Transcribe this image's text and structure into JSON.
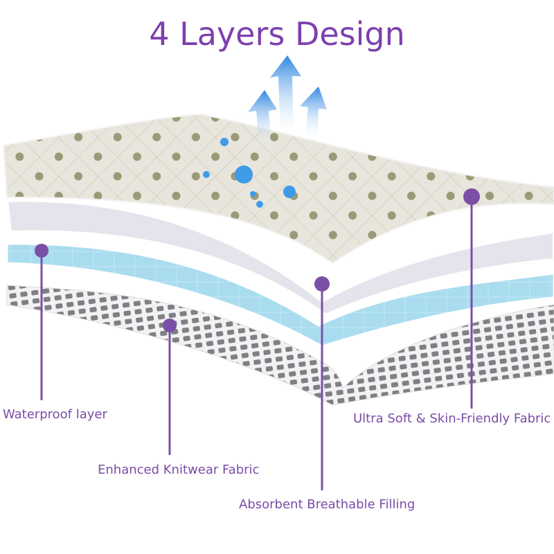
{
  "title": "4 Layers Design",
  "layers": [
    {
      "name": "Waterproof layer"
    },
    {
      "name": "Enhanced Knitwear Fabric"
    },
    {
      "name": "Absorbent Breathable Filling"
    },
    {
      "name": "Ultra Soft & Skin-Friendly Fabric"
    }
  ],
  "colors": {
    "accent": "#7b4fa6",
    "title": "#7d3fae",
    "waterproof": "#a9dcef",
    "filling": "#e7e8ee",
    "top": "#e6e4da",
    "knit": "#8f9196",
    "arrow": "#3a8fe0"
  }
}
